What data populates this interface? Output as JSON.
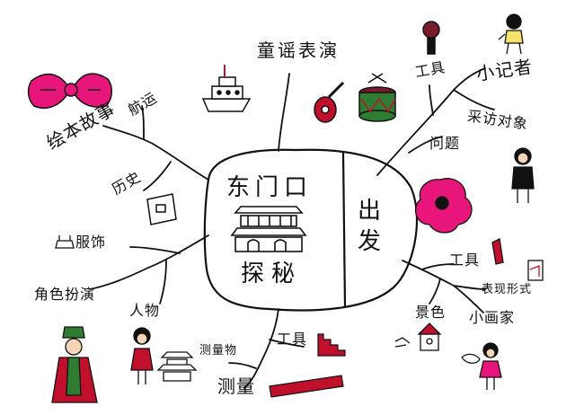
{
  "center": {
    "title": "东门口",
    "subtitle": "探秘",
    "side": "出发"
  },
  "branches": {
    "top": {
      "label": "童谣表演"
    },
    "top_right": {
      "tools": "工具",
      "reporter": "小记者",
      "interview": "采访对象",
      "questions": "问题"
    },
    "right": {
      "tools": "工具",
      "form": "表现形式",
      "painter": "小画家",
      "scenery": "景色"
    },
    "bottom": {
      "tools": "工具",
      "measure_obj": "测量物",
      "measure": "测量"
    },
    "left": {
      "history": "历史",
      "story": "绘本故事",
      "shipping": "航运",
      "costume": "服饰",
      "roleplay": "角色扮演",
      "people": "人物"
    }
  },
  "colors": {
    "ink": "#111111",
    "accent_red": "#c0102c",
    "pink": "#e8157a",
    "pink_light": "#f7a8c8"
  },
  "icons": [
    "bow-icon",
    "ship-icon",
    "guitar-icon",
    "drum-icon",
    "microphone-icon",
    "child-reporter-icon",
    "woman-icon",
    "flower-icon",
    "book-icon",
    "hat-icon",
    "official-icon",
    "girl-icon",
    "pagoda-icon",
    "gate-icon",
    "ruler-icon",
    "stairs-icon",
    "paintbrush-icon",
    "easel-icon",
    "house-icon",
    "hands-icon",
    "child-painter-icon"
  ]
}
